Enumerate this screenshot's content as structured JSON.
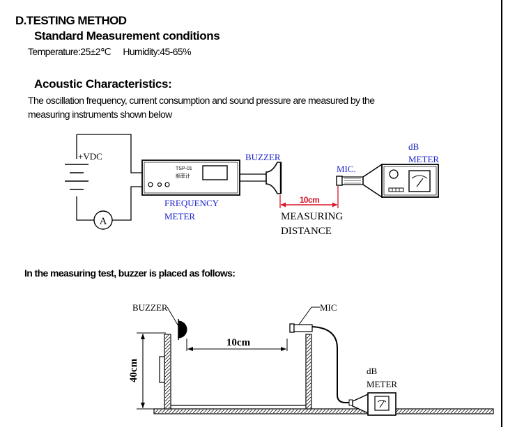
{
  "section_title": "D.TESTING METHOD",
  "standard": {
    "title": "Standard Measurement conditions",
    "temperature": "Temperature:25±2℃",
    "humidity": "Humidity:45-65%"
  },
  "acoustic": {
    "title": "Acoustic Characteristics:",
    "description_line1": "The oscillation frequency, current consumption and sound pressure are measured by the",
    "description_line2": "measuring instruments shown below"
  },
  "diagram1": {
    "vdc_label": "+VDC",
    "ammeter_label": "A",
    "meter_text1": "TSP-01",
    "meter_text2": "频率计",
    "frequency_meter_line1": "FREQUENCY",
    "frequency_meter_line2": "METER",
    "buzzer_label": "BUZZER",
    "mic_label": "MIC.",
    "db_line1": "dB",
    "db_line2": "METER",
    "distance_value": "10cm",
    "distance_line1": "MEASURING",
    "distance_line2": "DISTANCE",
    "colors": {
      "blue_label": "#1a23c8",
      "red_dimension": "#d8142a"
    }
  },
  "placement": {
    "title": "In the measuring test, buzzer is placed as follows:"
  },
  "diagram2": {
    "buzzer_label": "BUZZER",
    "mic_label": "MIC",
    "distance_value": "10cm",
    "height_value": "40cm",
    "db_line1": "dB",
    "db_line2": "METER"
  }
}
